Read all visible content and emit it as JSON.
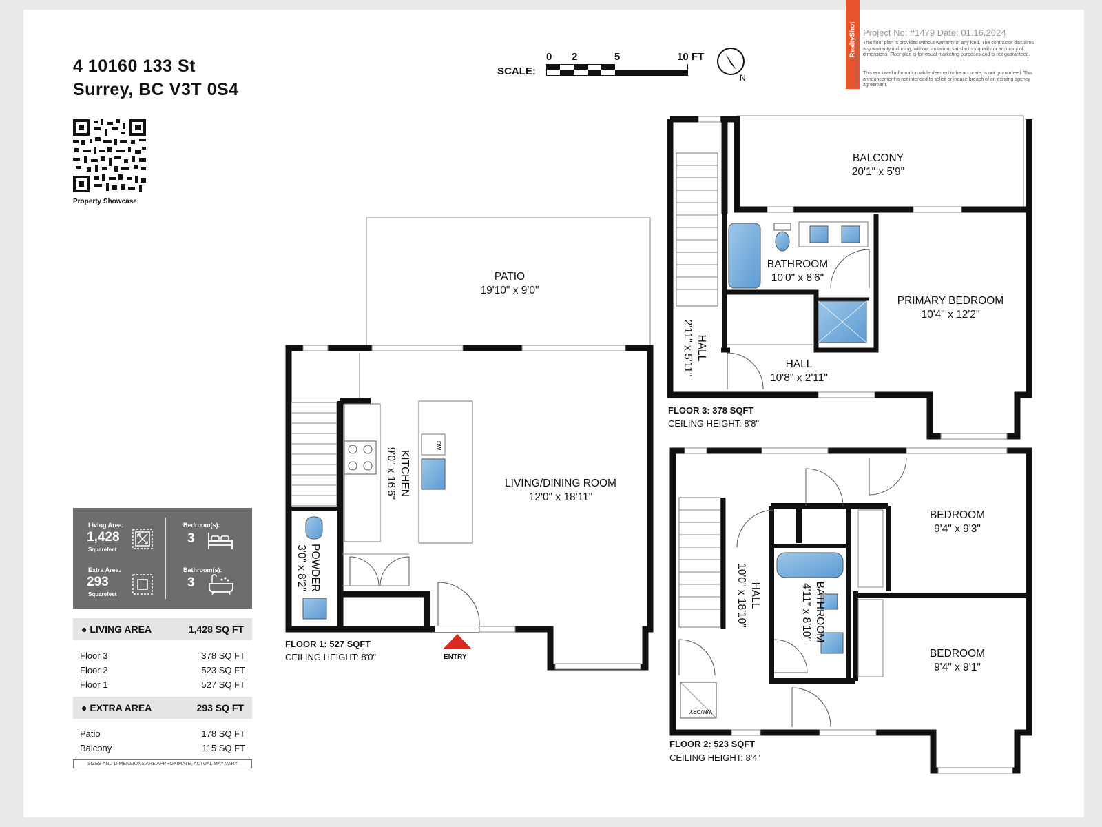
{
  "address": {
    "line1": "4 10160 133 St",
    "line2": "Surrey, BC V3T 0S4"
  },
  "qr": {
    "caption": "Property Showcase"
  },
  "scale": {
    "label": "SCALE:",
    "ticks": [
      "0",
      "2",
      "5",
      "10 FT"
    ],
    "north": "N"
  },
  "branding": {
    "captured_by": "Captured and Presented by",
    "brand": "RealtyShot",
    "project": "Project No: #1479   Date: 01.16.2024",
    "note1": "This floor plan is provided without warranty of any kind. The contractor disclaims any warranty including, without limitation, satisfactory quality or accuracy of dimensions. Floor plan is for visual marketing purposes and is not guaranteed.",
    "note2": "This enclosed information while deemed to be accurate, is not guaranteed. This announcement is not intended to solicit or induce breach of an existing agency agreement."
  },
  "stats": {
    "living_label": "Living Area:",
    "living_value": "1,428",
    "living_unit": "Squarefeet",
    "bed_label": "Bedroom(s):",
    "bed_value": "3",
    "extra_label": "Extra Area:",
    "extra_value": "293",
    "extra_unit": "Squarefeet",
    "bath_label": "Bathroom(s):",
    "bath_value": "3"
  },
  "living_area": {
    "title": "LIVING AREA",
    "total": "1,428 SQ FT",
    "rows": [
      {
        "name": "Floor 3",
        "value": "378 SQ FT"
      },
      {
        "name": "Floor 2",
        "value": "523 SQ FT"
      },
      {
        "name": "Floor 1",
        "value": "527 SQ FT"
      }
    ]
  },
  "extra_area": {
    "title": "EXTRA AREA",
    "total": "293 SQ FT",
    "rows": [
      {
        "name": "Patio",
        "value": "178 SQ FT"
      },
      {
        "name": "Balcony",
        "value": "115 SQ FT"
      }
    ]
  },
  "disclaimer": "SIZES AND DIMENSIONS ARE APPROXIMATE, ACTUAL MAY VARY",
  "floor1": {
    "label": "FLOOR 1: 527 SQFT",
    "ceiling": "CEILING HEIGHT: 8'0\"",
    "entry": "ENTRY",
    "rooms": {
      "patio": {
        "name": "PATIO",
        "dim": "19'10\" x 9'0\""
      },
      "living": {
        "name": "LIVING/DINING ROOM",
        "dim": "12'0\" x 18'11\""
      },
      "kitchen": {
        "name": "KITCHEN",
        "dim": "9'0\" x 16'6\""
      },
      "powder": {
        "name": "POWDER",
        "dim": "3'0\" x 8'2\""
      }
    },
    "dw": "DW"
  },
  "floor3": {
    "label": "FLOOR 3: 378 SQFT",
    "ceiling": "CEILING HEIGHT: 8'8\"",
    "rooms": {
      "balcony": {
        "name": "BALCONY",
        "dim": "20'1\" x 5'9\""
      },
      "bathroom": {
        "name": "BATHROOM",
        "dim": "10'0\" x 8'6\""
      },
      "primary": {
        "name": "PRIMARY BEDROOM",
        "dim": "10'4\" x 12'2\""
      },
      "hall": {
        "name": "HALL",
        "dim": "10'8\" x 2'11\""
      },
      "hall2": {
        "name": "HALL",
        "dim": "2'11\" x 5'11\""
      }
    }
  },
  "floor2": {
    "label": "FLOOR 2: 523 SQFT",
    "ceiling": "CEILING HEIGHT: 8'4\"",
    "rooms": {
      "bed1": {
        "name": "BEDROOM",
        "dim": "9'4\" x 9'3\""
      },
      "bed2": {
        "name": "BEDROOM",
        "dim": "9'4\" x 9'1\""
      },
      "hall": {
        "name": "HALL",
        "dim": "10'0\" x 18'10\""
      },
      "bath": {
        "name": "BATHROOM",
        "dim": "4'11\" x 8'10\""
      }
    },
    "wd": "WM/DRY"
  }
}
